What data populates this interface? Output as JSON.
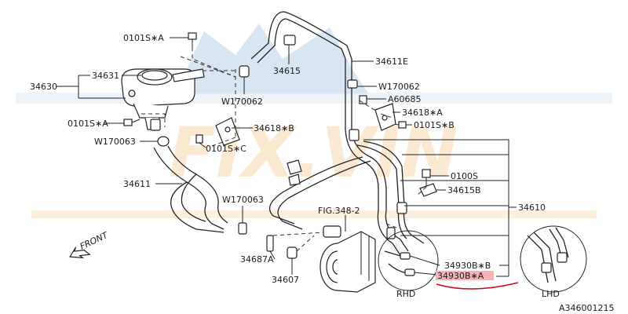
{
  "watermark": {
    "text": "FIX.VIN",
    "colors": {
      "blue": "#8fb4dc",
      "orange": "#f2a64a"
    }
  },
  "highlight_color": "#e8333a",
  "labels": {
    "p0101s_a_top": "0101S∗A",
    "p34630": "34630",
    "p34631": "34631",
    "p0101s_a_left": "0101S∗A",
    "pw170063_left": "W170063",
    "p34611": "34611",
    "p34615": "34615",
    "pw170062_left": "W170062",
    "p34618_b": "34618∗B",
    "p0101s_c": "0101S∗C",
    "pw170063_mid": "W170063",
    "p34611e": "34611E",
    "pw170062_right": "W170062",
    "pa60685": "A60685",
    "p34618_a": "34618∗A",
    "p0101s_b": "0101S∗B",
    "p0100s": "0100S",
    "p34615b": "34615B",
    "p34610": "34610",
    "fig348": "FIG.348-2",
    "p34687a": "34687A",
    "p34607": "34607",
    "p34930b_b": "34930B∗B",
    "p34930b_a": "34930B∗A",
    "front": "FRONT",
    "rhd": "RHD",
    "lhd": "LHD",
    "diagram_code": "A346001215"
  },
  "icons": {
    "front_arrow": "front-arrow-icon"
  }
}
